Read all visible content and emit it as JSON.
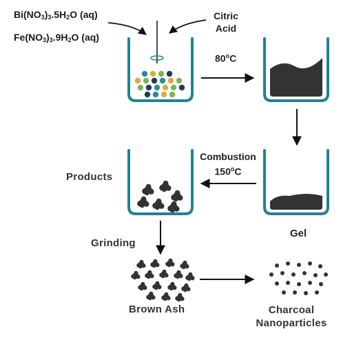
{
  "reagents": {
    "bismuth": {
      "pre": "Bi(NO",
      "sub1": "3",
      "mid": ")",
      "sub2": "3",
      "post": ".5H",
      "sub3": "2",
      "tail": "O (aq)"
    },
    "iron": {
      "pre": "Fe(NO",
      "sub1": "3",
      "mid": ")",
      "sub2": "3",
      "post": ".9H",
      "sub3": "2",
      "tail": "O (aq)"
    },
    "citric": {
      "line1": "Citric",
      "line2": "Acid"
    }
  },
  "conditions": {
    "heating": {
      "value": "80",
      "unit": "o",
      "scale": "C"
    },
    "combustion": {
      "label": "Combustion",
      "value": "150",
      "unit": "o",
      "scale": "C"
    }
  },
  "labels": {
    "products": "Products",
    "gel": "Gel",
    "grinding": "Grinding",
    "brown_ash": "Brown Ash",
    "charcoal_line1": "Charcoal",
    "charcoal_line2": "Nanoparticles"
  },
  "colors": {
    "beaker": "#1f8390",
    "solid": "#333333",
    "arrow": "#111111",
    "particles": [
      "#2b8a8f",
      "#e0a93b",
      "#7ab55c",
      "#1f3b56"
    ]
  }
}
